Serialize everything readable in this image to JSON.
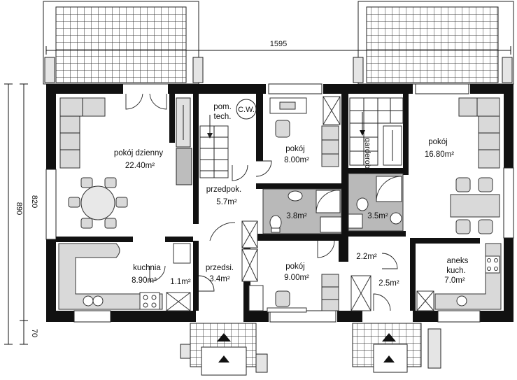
{
  "dimensions": {
    "top_width": "1595",
    "left_outer": "890",
    "left_inner": "820",
    "left_bottom": "70"
  },
  "rooms": {
    "pom_tech_line1": "pom.",
    "pom_tech_line2": "tech.",
    "cw": "C.W.",
    "pokoj_dzienny_name": "pokój dzienny",
    "pokoj_dzienny_area": "22.40m²",
    "pokoj_8_name": "pokój",
    "pokoj_8_area": "8.00m²",
    "garderobe": "garderoba",
    "pokoj_16_name": "pokój",
    "pokoj_16_area": "16.80m²",
    "przedpok_name": "przedpok.",
    "przedpok_area": "5.7m²",
    "bath_a_area": "3.8m²",
    "bath_b_area": "3.5m²",
    "hall_b_area": "2.2m²",
    "kuchnia_name": "kuchnia",
    "kuchnia_area": "8.90m²",
    "small_area": "1.1m²",
    "przedsi_name": "przedsi.",
    "przedsi_area": "3.4m²",
    "pokoj_9_name": "pokój",
    "pokoj_9_area": "9.00m²",
    "hall_c_area": "2.5m²",
    "aneks_line1": "aneks",
    "aneks_line2": "kuch.",
    "aneks_area": "7.0m²"
  }
}
